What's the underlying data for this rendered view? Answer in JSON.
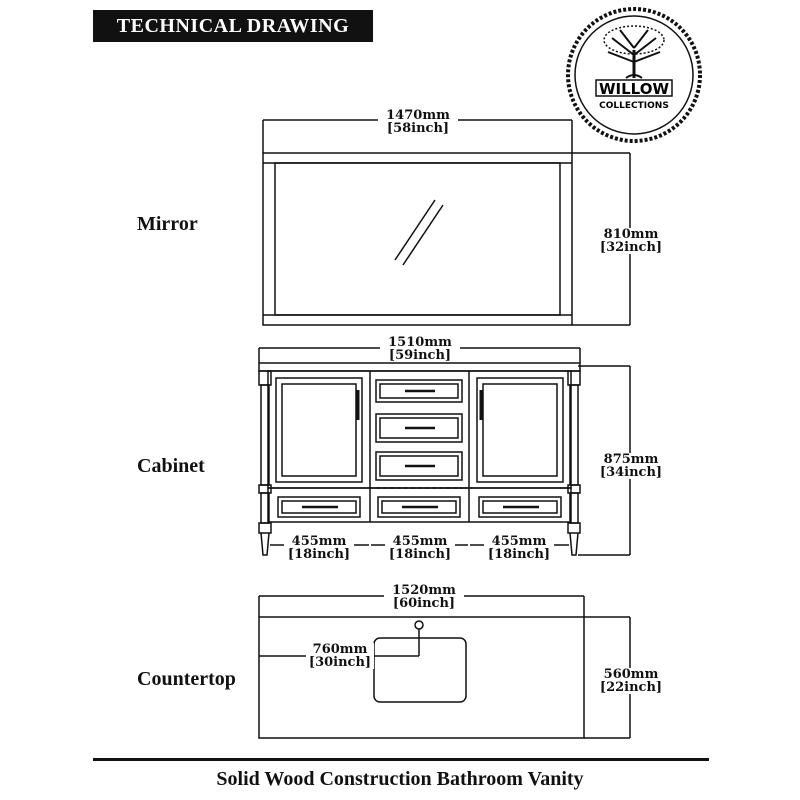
{
  "header": {
    "title": "TECHNICAL DRAWING"
  },
  "logo": {
    "name": "WILLOW",
    "sub": "COLLECTIONS"
  },
  "sections": {
    "mirror": {
      "label": "Mirror",
      "width_mm": "1470mm",
      "width_in": "[58inch]",
      "height_mm": "810mm",
      "height_in": "[32inch]"
    },
    "cabinet": {
      "label": "Cabinet",
      "width_mm": "1510mm",
      "width_in": "[59inch]",
      "height_mm": "875mm",
      "height_in": "[34inch]",
      "sections": [
        {
          "mm": "455mm",
          "in": "[18inch]"
        },
        {
          "mm": "455mm",
          "in": "[18inch]"
        },
        {
          "mm": "455mm",
          "in": "[18inch]"
        }
      ]
    },
    "countertop": {
      "label": "Countertop",
      "width_mm": "1520mm",
      "width_in": "[60inch]",
      "depth_mm": "560mm",
      "depth_in": "[22inch]",
      "sink_mm": "760mm",
      "sink_in": "[30inch]"
    }
  },
  "footer": {
    "caption": "Solid Wood Construction Bathroom Vanity"
  }
}
